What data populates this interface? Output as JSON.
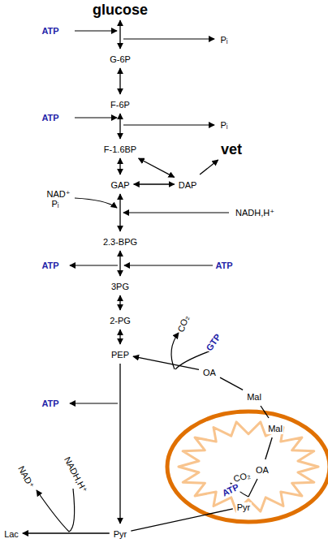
{
  "diagram": {
    "nodes": [
      {
        "text": [
          "glucose"
        ]
      },
      {
        "text": [
          "G-6P"
        ]
      },
      {
        "text": [
          "F-6P"
        ]
      },
      {
        "text": [
          "F-1.6BP"
        ]
      },
      {
        "text": [
          "GAP"
        ]
      },
      {
        "text": [
          "DAP"
        ]
      },
      {
        "text": [
          "vet"
        ]
      },
      {
        "text": [
          "2.3-BPG"
        ]
      },
      {
        "text": [
          "3PG"
        ]
      },
      {
        "text": [
          "2-PG"
        ]
      },
      {
        "text": [
          "PEP"
        ]
      },
      {
        "text": [
          "OA"
        ]
      },
      {
        "text": [
          "Mal"
        ]
      },
      {
        "text": [
          "Mal"
        ]
      },
      {
        "text": [
          "OA"
        ]
      },
      {
        "text": [
          "Pyr"
        ]
      },
      {
        "text": [
          "Pyr"
        ]
      },
      {
        "text": [
          "Lac"
        ]
      }
    ],
    "edges": [
      {
        "from": 0,
        "to": 1,
        "arrow": "both"
      },
      {
        "from": 1,
        "to": 2,
        "arrow": "both"
      },
      {
        "from": 2,
        "to": 3,
        "arrow": "both"
      },
      {
        "from": 3,
        "to": 4,
        "arrow": "both"
      },
      {
        "from": 3,
        "to": 5,
        "arrow": "both"
      },
      {
        "from": 4,
        "to": 5,
        "arrow": "both"
      },
      {
        "from": 5,
        "to": 6,
        "arrow": "to"
      },
      {
        "from": 4,
        "to": 7,
        "arrow": "both"
      },
      {
        "from": 7,
        "to": 8,
        "arrow": "both"
      },
      {
        "from": 8,
        "to": 9,
        "arrow": "both"
      },
      {
        "from": 9,
        "to": 10,
        "arrow": "both"
      },
      {
        "from": 10,
        "to": 16,
        "arrow": "to"
      },
      {
        "from": 16,
        "to": 17,
        "arrow": "to"
      },
      {
        "from": 16,
        "to": 15,
        "arrow": "none"
      },
      {
        "from": 15,
        "to": 14,
        "arrow": "none"
      },
      {
        "from": 14,
        "to": 13,
        "arrow": "none"
      },
      {
        "from": 13,
        "to": 12,
        "arrow": "none"
      },
      {
        "from": 12,
        "to": 11,
        "arrow": "none"
      },
      {
        "from": 11,
        "to": 10,
        "arrow": "to"
      }
    ],
    "labels": [
      "ATP",
      "Pᵢ",
      "ATP",
      "Pᵢ",
      "NAD⁺",
      "Pᵢ",
      "NADH,H⁺",
      "ATP",
      "ATP",
      "CO₂",
      "GTP",
      "ATP",
      "NAD⁺",
      "NADH,H⁺",
      "CO₂",
      "ATP"
    ]
  }
}
